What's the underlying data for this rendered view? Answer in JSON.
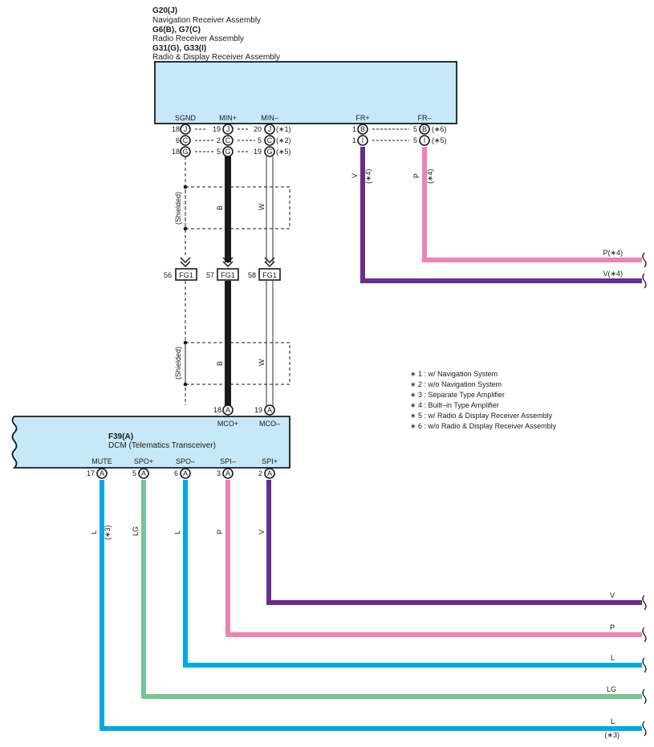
{
  "header": {
    "lines": [
      {
        "text": "G20(J)",
        "bold": true
      },
      {
        "text": "Navigation Receiver Assembly",
        "bold": false
      },
      {
        "text": "G6(B), G7(C)",
        "bold": true
      },
      {
        "text": "Radio Receiver Assembly",
        "bold": false
      },
      {
        "text": "G31(G), G33(I)",
        "bold": true
      },
      {
        "text": "Radio & Display Receiver Assembly",
        "bold": false
      }
    ]
  },
  "top_terminals": {
    "sgnd": "SGND",
    "min_plus": "MIN+",
    "min_minus": "MIN–",
    "fr_plus": "FR+",
    "fr_minus": "FR–"
  },
  "top_pins": [
    [
      "18",
      "J",
      "19",
      "J",
      "20",
      "J",
      "(∗1)"
    ],
    [
      "6",
      "C",
      "2",
      "C",
      "5",
      "C",
      "(∗2)"
    ],
    [
      "18",
      "G",
      "5",
      "G",
      "19",
      "G",
      "(∗5)"
    ]
  ],
  "right_pins": [
    [
      "1",
      "B",
      "5",
      "B",
      "(∗6)"
    ],
    [
      "1",
      "I",
      "5",
      "I",
      "(∗5)"
    ]
  ],
  "shielded_label": "(Shielded)",
  "wire_labels": {
    "b": "B",
    "w": "W",
    "v": "V",
    "p": "P",
    "l": "L",
    "lg": "LG",
    "star4": "(∗4)",
    "star3": "(∗3)"
  },
  "connectors": [
    {
      "pin": "56",
      "name": "FG1"
    },
    {
      "pin": "57",
      "name": "FG1"
    },
    {
      "pin": "58",
      "name": "FG1"
    }
  ],
  "right_exit_labels": {
    "p4": "P(∗4)",
    "v4": "V(∗4)",
    "v": "V",
    "p": "P",
    "l": "L",
    "lg": "LG",
    "l3": "L",
    "l3note": "(∗3)"
  },
  "notes": [
    "∗ 1 : w/ Navigation System",
    "∗ 2 : w/o Navigation System",
    "∗ 3 : Separate Type Amplifier",
    "∗ 4 : Built–in Type Amplifier",
    "∗ 5 : w/ Radio & Display Receiver Assembly",
    "∗ 6 : w/o Radio & Display Receiver Assembly"
  ],
  "dcm": {
    "top_pins": [
      {
        "num": "18",
        "letter": "A",
        "term": "MCO+"
      },
      {
        "num": "19",
        "letter": "A",
        "term": "MCO–"
      }
    ],
    "id": "F39(A)",
    "title": "DCM (Telematics Transceiver)",
    "bottom_terms": [
      "MUTE",
      "SPO+",
      "SPO–",
      "SPI–",
      "SPI+"
    ],
    "bottom_pins": [
      {
        "num": "17",
        "letter": "A"
      },
      {
        "num": "5",
        "letter": "A"
      },
      {
        "num": "6",
        "letter": "A"
      },
      {
        "num": "3",
        "letter": "A"
      },
      {
        "num": "2",
        "letter": "A"
      }
    ]
  },
  "colors": {
    "box_fill": "#c6e8f8",
    "violet": "#6a2c8e",
    "pink": "#ee82b4",
    "blue": "#00a9e6",
    "light_green": "#77c494",
    "black": "#1a1a1a"
  }
}
